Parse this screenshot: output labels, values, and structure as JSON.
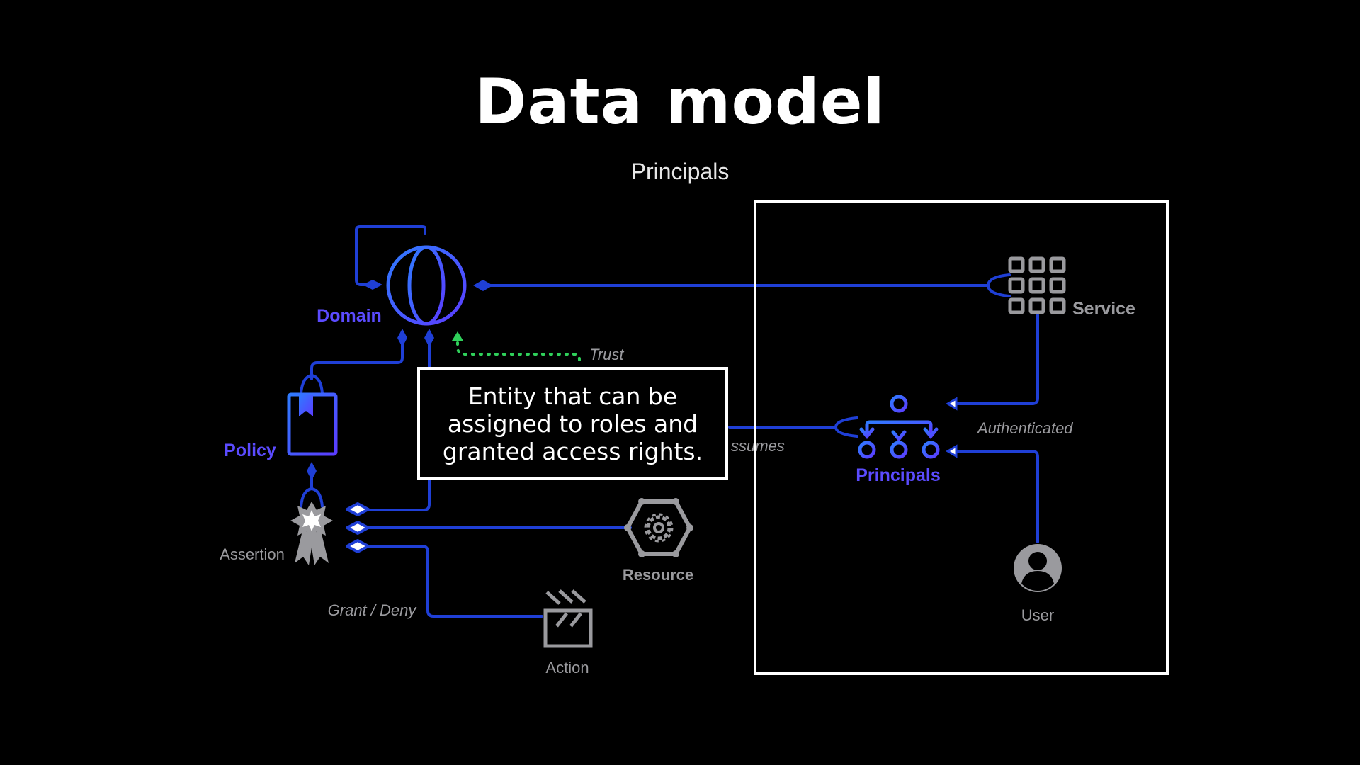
{
  "slide": {
    "title": "Data model",
    "subtitle": "Principals"
  },
  "callout": {
    "text": "Entity that can be\nassigned to roles and\ngranted access rights."
  },
  "nodes": {
    "domain": {
      "label": "Domain",
      "icon": "globe-icon"
    },
    "policy": {
      "label": "Policy",
      "icon": "document-ribbon-icon"
    },
    "assertion": {
      "label": "Assertion",
      "icon": "award-badge-icon"
    },
    "resource": {
      "label": "Resource",
      "icon": "gear-hexagon-icon"
    },
    "action": {
      "label": "Action",
      "icon": "clapperboard-icon"
    },
    "service": {
      "label": "Service",
      "icon": "grid-icon"
    },
    "principals": {
      "label": "Principals",
      "icon": "hierarchy-icon"
    },
    "user": {
      "label": "User",
      "icon": "user-icon"
    }
  },
  "edges": {
    "trust": "Trust",
    "assumes": "ssumes",
    "authenticated": "Authenticated",
    "grant_deny": "Grant / Deny"
  },
  "colors": {
    "background": "#000000",
    "connector": "#1f3fd6",
    "label_blue": "#5b4bff",
    "icon_gray": "#9a9a9e",
    "trust_green": "#2fd05a",
    "text_white": "#ffffff"
  }
}
